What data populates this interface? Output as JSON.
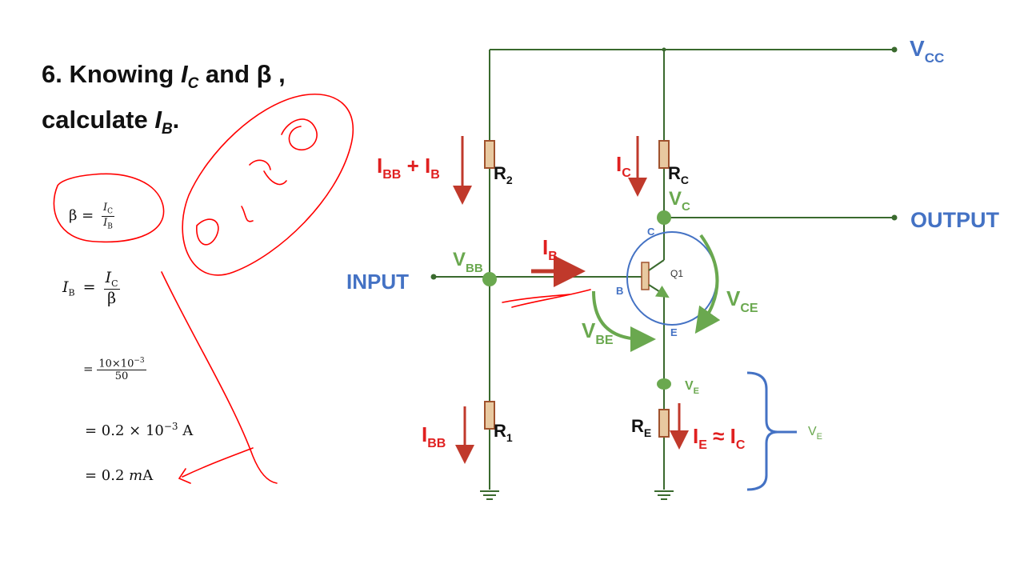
{
  "title": {
    "line1_prefix": "6. Knowing ",
    "ic_var": "I",
    "ic_sub": "C",
    "line1_mid": " and ",
    "beta": "β",
    "line1_suffix": " ,",
    "line2_prefix": "calculate ",
    "ib_var": "I",
    "ib_sub": "B",
    "line2_suffix": "."
  },
  "equations": {
    "beta_lhs": "β =",
    "beta_num": "I",
    "beta_num_sub": "C",
    "beta_den": "I",
    "beta_den_sub": "B",
    "ib_lhs_var": "I",
    "ib_lhs_sub": "B",
    "ib_eq": "=",
    "ib_num": "I",
    "ib_num_sub": "C",
    "ib_den": "β",
    "step1_eq": "=",
    "step1_num": "10×10",
    "step1_num_exp": "−3",
    "step1_den": "50",
    "step2": "= 0.2 × 10",
    "step2_exp": "−3",
    "step2_unit": " A",
    "step3_prefix": "= 0.2 ",
    "step3_unit_var": "m",
    "step3_unit": "A"
  },
  "circuit": {
    "vcc": "V",
    "vcc_sub": "CC",
    "output": "OUTPUT",
    "input": "INPUT",
    "vbb": "V",
    "vbb_sub": "BB",
    "vc": "V",
    "vc_sub": "C",
    "ve_node": "V",
    "ve_node_sub": "E",
    "ve_brace": "V",
    "ve_brace_sub": "E",
    "vce": "V",
    "vce_sub": "CE",
    "vbe": "V",
    "vbe_sub": "BE",
    "r2": "R",
    "r2_sub": "2",
    "r1": "R",
    "r1_sub": "1",
    "rc": "R",
    "rc_sub": "C",
    "re": "R",
    "re_sub": "E",
    "ibb_ib": "I",
    "ibb_ib_sub": "BB",
    "ibb_ib_plus": " + I",
    "ibb_ib_sub2": "B",
    "ic": "I",
    "ic_sub": "C",
    "ib": "I",
    "ib_sub": "B",
    "ibb": "I",
    "ibb_sub": "BB",
    "ie": "I",
    "ie_sub": "E",
    "approx": " ≈ I",
    "approx_sub": "C",
    "pin_c": "C",
    "pin_b": "B",
    "pin_e": "E",
    "q1": "Q1"
  },
  "colors": {
    "wire": "#3a6a2e",
    "blue": "#4472c4",
    "red": "#e02020",
    "green": "#6aa84f",
    "resistor": "#e8c9a0",
    "resistor_stroke": "#a0522d",
    "ink": "#ff0000",
    "arrow": "#c0392b"
  }
}
